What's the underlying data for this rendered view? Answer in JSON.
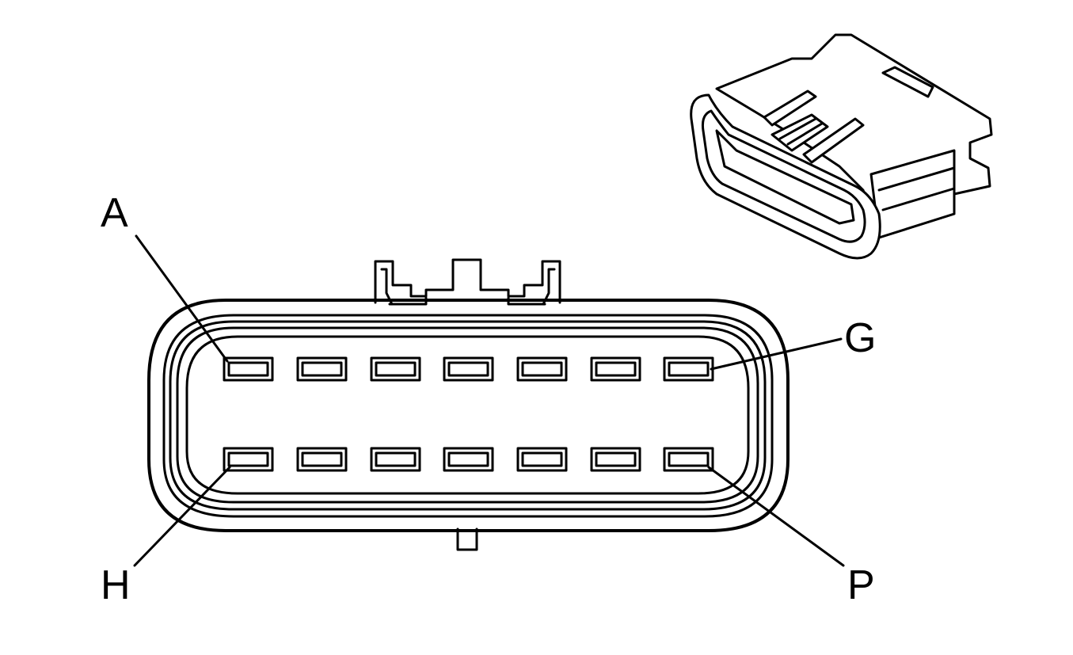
{
  "labels": {
    "a": "A",
    "g": "G",
    "h": "H",
    "p": "P"
  },
  "colors": {
    "line": "#000000",
    "background": "#ffffff"
  },
  "terminals": {
    "rows": 2,
    "per_row": 7
  }
}
